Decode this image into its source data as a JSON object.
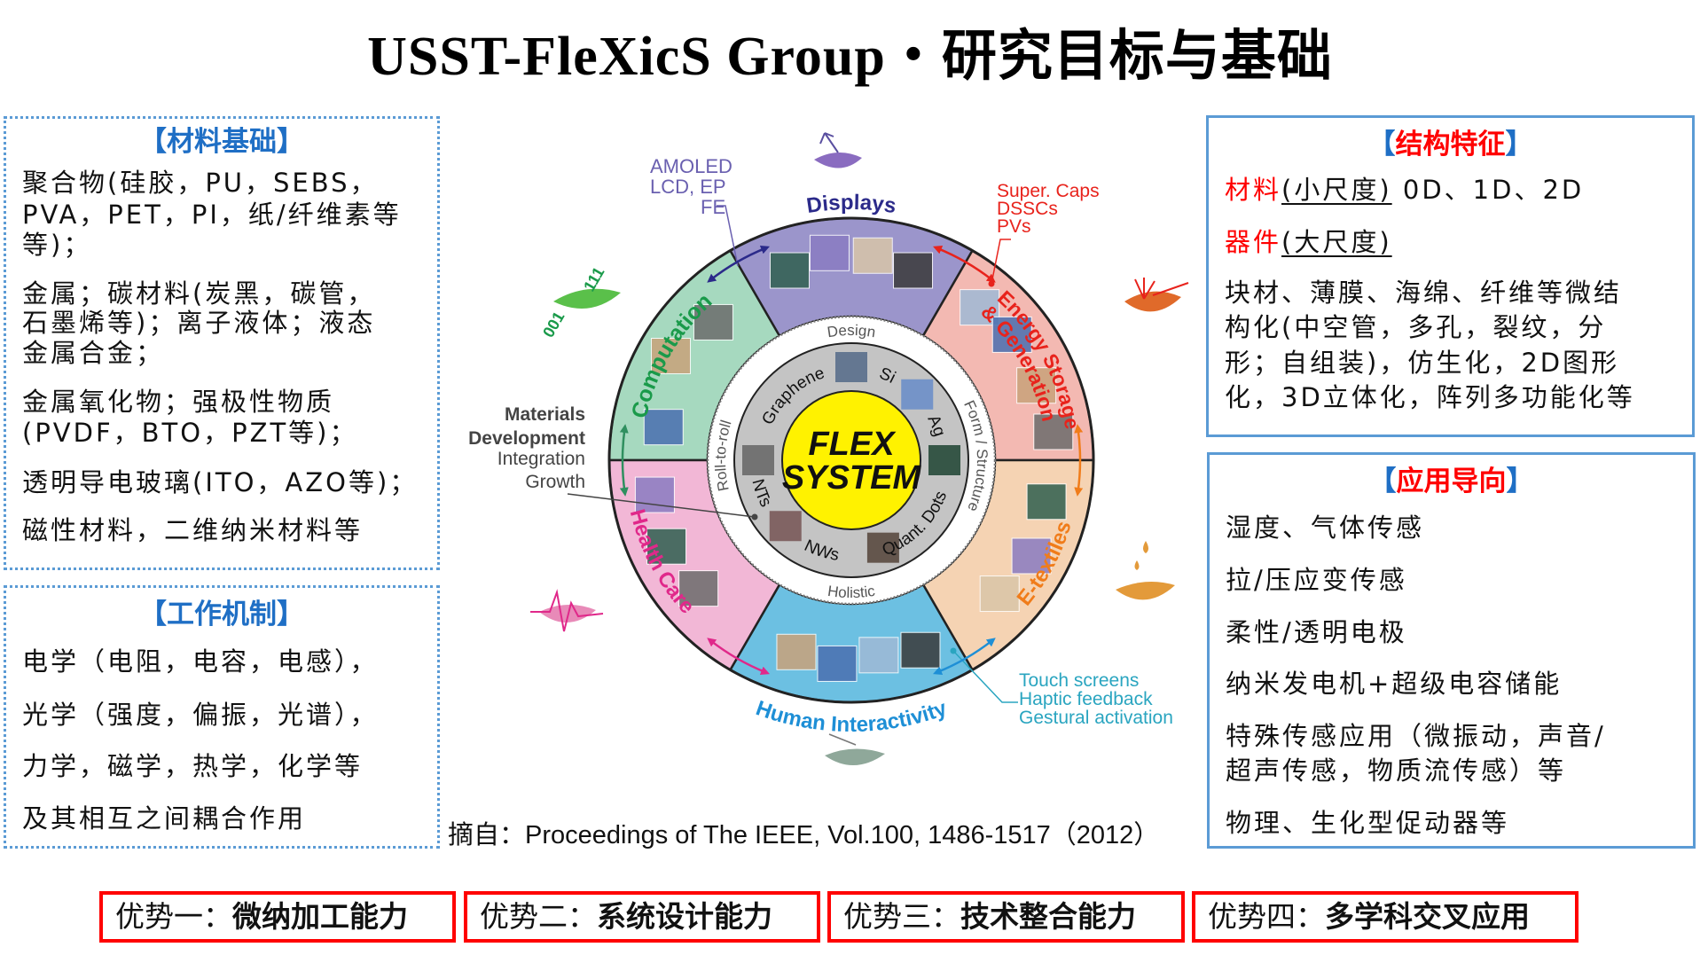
{
  "title": "USST-FleXicS Group・研究目标与基础",
  "materials": {
    "heading_open": "【",
    "heading": "材料基础",
    "heading_close": "】",
    "lines": [
      "聚合物(硅胶，PU，SEBS，",
      "PVA，PET，PI，纸/纤维素等",
      "等)；",
      "金属；碳材料(炭黑，碳管，",
      "石墨烯等)；离子液体；液态",
      "金属合金；",
      "金属氧化物；强极性物质",
      "(PVDF，BTO，PZT等)；",
      "透明导电玻璃(ITO，AZO等)；",
      "磁性材料，二维纳米材料等"
    ]
  },
  "mechanism": {
    "heading_open": "【",
    "heading": "工作机制",
    "heading_close": "】",
    "lines": [
      "电学（电阻，电容，电感），",
      "光学（强度，偏振，光谱），",
      "力学，磁学，热学，化学等",
      "及其相互之间耦合作用"
    ]
  },
  "structure": {
    "heading_open": "【",
    "heading": "结构特征",
    "heading_close": "】",
    "material_label": "材料",
    "material_scale": "(小尺度)",
    "material_dims": "0D、1D、2D",
    "device_label": "器件",
    "device_scale": "(大尺度)",
    "lines": [
      "块材、薄膜、海绵、纤维等微结",
      "构化(中空管，多孔，裂纹，分",
      "形；自组装)，仿生化，2D图形",
      "化，3D立体化，阵列多功能化等"
    ]
  },
  "application": {
    "heading_open": "【",
    "heading": "应用导向",
    "heading_close": "】",
    "lines": [
      "湿度、气体传感",
      "拉/压应变传感",
      "柔性/透明电极",
      "纳米发电机+超级电容储能",
      "特殊传感应用（微振动，声音/",
      "超声传感，物质流传感）等",
      "物理、生化型促动器等"
    ]
  },
  "diagram": {
    "center": [
      "FLEX",
      "SYSTEM"
    ],
    "center_color": "#fff200",
    "sectors": [
      {
        "id": "computation",
        "label": [
          "Computation"
        ],
        "bg": "#a6d9bf",
        "fg": "#1a9a4a"
      },
      {
        "id": "displays",
        "label": [
          "Displays"
        ],
        "bg": "#9b95cb",
        "fg": "#2b2a8a"
      },
      {
        "id": "energy",
        "label": [
          "Energy Storage",
          "& Generation"
        ],
        "bg": "#f3b9b2",
        "fg": "#e8231c"
      },
      {
        "id": "e-textiles",
        "label": [
          "E-textiles"
        ],
        "bg": "#f5d3b3",
        "fg": "#f07c1a"
      },
      {
        "id": "human-interactivity",
        "label": [
          "Human Interactivity"
        ],
        "bg": "#6cc0e2",
        "fg": "#1e8fd6"
      },
      {
        "id": "health-care",
        "label": [
          "Health Care"
        ],
        "bg": "#f2b7d6",
        "fg": "#e0288a"
      }
    ],
    "process_ring": [
      "Design",
      "Form / Structure",
      "Holistic",
      "Roll-to-roll"
    ],
    "material_ring": [
      "Graphene",
      "Si",
      "Ag",
      "Quant. Dots",
      "NWs",
      "NTs"
    ],
    "displays_tech": [
      "AMOLED",
      "LCD,  EP",
      "FE"
    ],
    "energy_tech": [
      "Super. Caps",
      "DSSCs",
      "PVs"
    ],
    "materials_dev": [
      "Materials",
      "Development",
      "Integration",
      "Growth"
    ],
    "hci_tech": [
      "Touch screens",
      "Haptic feedback",
      "Gestural activation"
    ],
    "crystal": [
      "001",
      "111"
    ]
  },
  "citation": "摘自：Proceedings of The IEEE, Vol.100, 1486-1517（2012）",
  "advantages": [
    {
      "prefix": "优势一：",
      "text": "微纳加工能力"
    },
    {
      "prefix": "优势二：",
      "text": "系统设计能力"
    },
    {
      "prefix": "优势三：",
      "text": "技术整合能力"
    },
    {
      "prefix": "优势四：",
      "text": "多学科交叉应用"
    }
  ]
}
